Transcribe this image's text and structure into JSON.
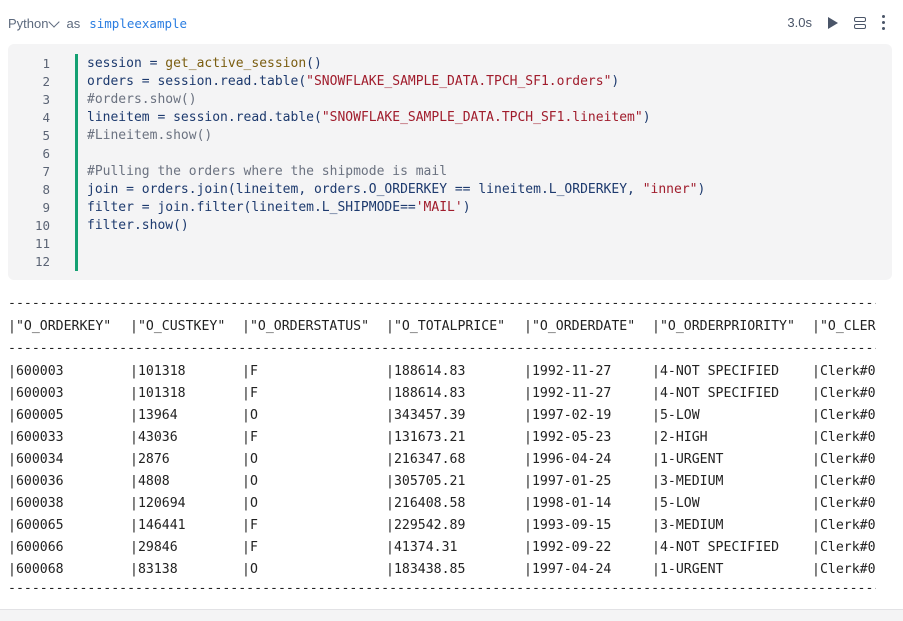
{
  "header": {
    "language": "Python",
    "as_label": "as",
    "cell_name": "simpleexample",
    "duration": "3.0s"
  },
  "code": {
    "line_numbers": [
      "1",
      "2",
      "3",
      "4",
      "5",
      "6",
      "7",
      "8",
      "9",
      "10",
      "11",
      "12"
    ],
    "lines": [
      [
        {
          "t": "session = ",
          "k": ""
        },
        {
          "t": "get_active_session",
          "k": "fn"
        },
        {
          "t": "()",
          "k": ""
        }
      ],
      [
        {
          "t": "orders = session.read.table(",
          "k": ""
        },
        {
          "t": "\"SNOWFLAKE_SAMPLE_DATA.TPCH_SF1.orders\"",
          "k": "str"
        },
        {
          "t": ")",
          "k": ""
        }
      ],
      [
        {
          "t": "#orders.show()",
          "k": "cm"
        }
      ],
      [
        {
          "t": "lineitem = session.read.table(",
          "k": ""
        },
        {
          "t": "\"SNOWFLAKE_SAMPLE_DATA.TPCH_SF1.lineitem\"",
          "k": "str"
        },
        {
          "t": ")",
          "k": ""
        }
      ],
      [
        {
          "t": "#Lineitem.show()",
          "k": "cm"
        }
      ],
      [
        {
          "t": "",
          "k": ""
        }
      ],
      [
        {
          "t": "#Pulling the orders where the shipmode is mail",
          "k": "cm"
        }
      ],
      [
        {
          "t": "join = orders.join(lineitem, orders.O_ORDERKEY == lineitem.L_ORDERKEY, ",
          "k": ""
        },
        {
          "t": "\"inner\"",
          "k": "str"
        },
        {
          "t": ")",
          "k": ""
        }
      ],
      [
        {
          "t": "filter = join.filter(lineitem.L_SHIPMODE==",
          "k": ""
        },
        {
          "t": "'MAIL'",
          "k": "str"
        },
        {
          "t": ")",
          "k": ""
        }
      ],
      [
        {
          "t": "filter.show()",
          "k": ""
        }
      ],
      [
        {
          "t": "",
          "k": ""
        }
      ],
      [
        {
          "t": "",
          "k": ""
        }
      ]
    ]
  },
  "output": {
    "separator": "------------------------------------------------------------------------------------------------------------------------",
    "headers": [
      "|\"O_ORDERKEY\"",
      "|\"O_CUSTKEY\"",
      "|\"O_ORDERSTATUS\"",
      "|\"O_TOTALPRICE\"",
      "|\"O_ORDERDATE\"",
      "|\"O_ORDERPRIORITY\"",
      "|\"O_CLER"
    ],
    "rows": [
      [
        "|600003",
        "|101318",
        "|F",
        "|188614.83",
        "|1992-11-27",
        "|4-NOT SPECIFIED",
        "|Clerk#0"
      ],
      [
        "|600003",
        "|101318",
        "|F",
        "|188614.83",
        "|1992-11-27",
        "|4-NOT SPECIFIED",
        "|Clerk#0"
      ],
      [
        "|600005",
        "|13964",
        "|O",
        "|343457.39",
        "|1997-02-19",
        "|5-LOW",
        "|Clerk#0"
      ],
      [
        "|600033",
        "|43036",
        "|F",
        "|131673.21",
        "|1992-05-23",
        "|2-HIGH",
        "|Clerk#0"
      ],
      [
        "|600034",
        "|2876",
        "|O",
        "|216347.68",
        "|1996-04-24",
        "|1-URGENT",
        "|Clerk#0"
      ],
      [
        "|600036",
        "|4808",
        "|O",
        "|305705.21",
        "|1997-01-25",
        "|3-MEDIUM",
        "|Clerk#0"
      ],
      [
        "|600038",
        "|120694",
        "|O",
        "|216408.58",
        "|1998-01-14",
        "|5-LOW",
        "|Clerk#0"
      ],
      [
        "|600065",
        "|146441",
        "|F",
        "|229542.89",
        "|1993-09-15",
        "|3-MEDIUM",
        "|Clerk#0"
      ],
      [
        "|600066",
        "|29846",
        "|F",
        "|41374.31",
        "|1992-09-22",
        "|4-NOT SPECIFIED",
        "|Clerk#0"
      ],
      [
        "|600068",
        "|83138",
        "|O",
        "|183438.85",
        "|1997-04-24",
        "|1-URGENT",
        "|Clerk#0"
      ]
    ]
  }
}
